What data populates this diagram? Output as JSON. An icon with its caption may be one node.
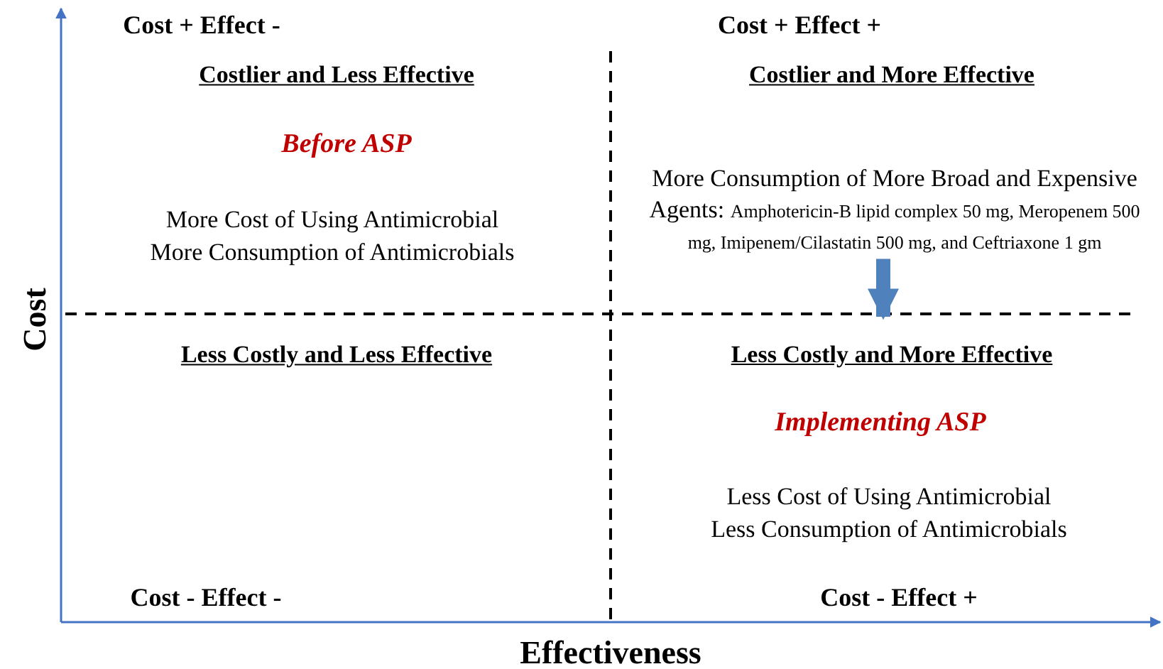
{
  "diagram": {
    "nodes": [
      {
        "text": [
          "More Consumption of More Broad and Expensive Agents:",
          "Amphotericin-B lipid complex 50 mg, Meropenem 500 mg, Imipenem/Cilastatin 500 mg, and Ceftriaxone 1 gm"
        ]
      },
      {
        "text": [
          "Less Costly and More Effective"
        ]
      }
    ],
    "edges": [
      {
        "from": 0,
        "to": 1,
        "arrow": "to"
      }
    ],
    "labels": [
      "Cost + Effect -",
      "Cost + Effect +",
      "Costlier and Less Effective",
      "Costlier and More Effective",
      "Before ASP",
      "More Cost of Using Antimicrobial",
      "More Consumption of Antimicrobials",
      "Cost",
      "Less Costly and Less Effective",
      "Implementing ASP",
      "Less Cost of Using Antimicrobial",
      "Less Consumption of Antimicrobials",
      "Cost - Effect -",
      "Cost - Effect +",
      "Effectiveness"
    ]
  }
}
